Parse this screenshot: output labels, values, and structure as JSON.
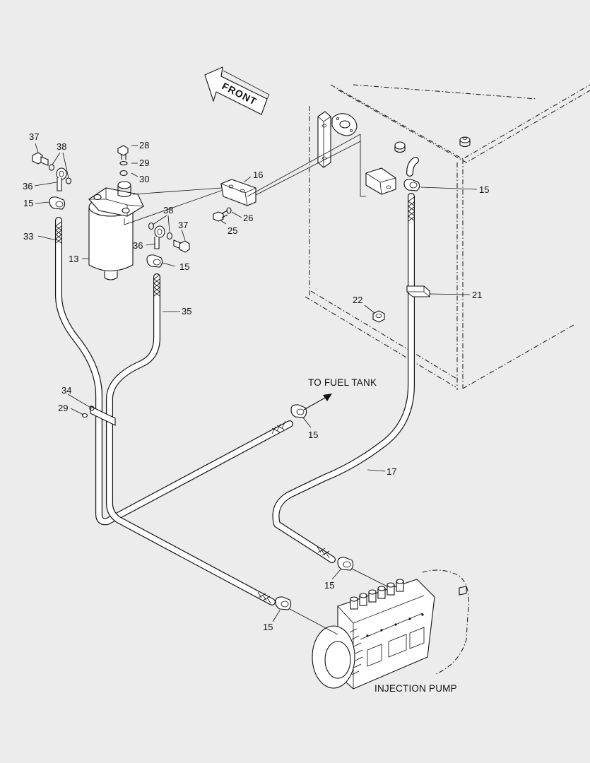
{
  "front_arrow": {
    "label": "FRONT"
  },
  "captions": {
    "to_fuel_tank": "TO FUEL TANK",
    "injection_pump": "INJECTION PUMP"
  },
  "callouts": {
    "c13": "13",
    "c15a": "15",
    "c15b": "15",
    "c15c": "15",
    "c15d": "15",
    "c15e": "15",
    "c15f": "15",
    "c16": "16",
    "c17": "17",
    "c21": "21",
    "c22": "22",
    "c25": "25",
    "c26": "26",
    "c28": "28",
    "c29a": "29",
    "c29b": "29",
    "c30": "30",
    "c33": "33",
    "c34": "34",
    "c35": "35",
    "c36a": "36",
    "c36b": "36",
    "c37a": "37",
    "c37b": "37",
    "c38a": "38",
    "c38b": "38"
  }
}
